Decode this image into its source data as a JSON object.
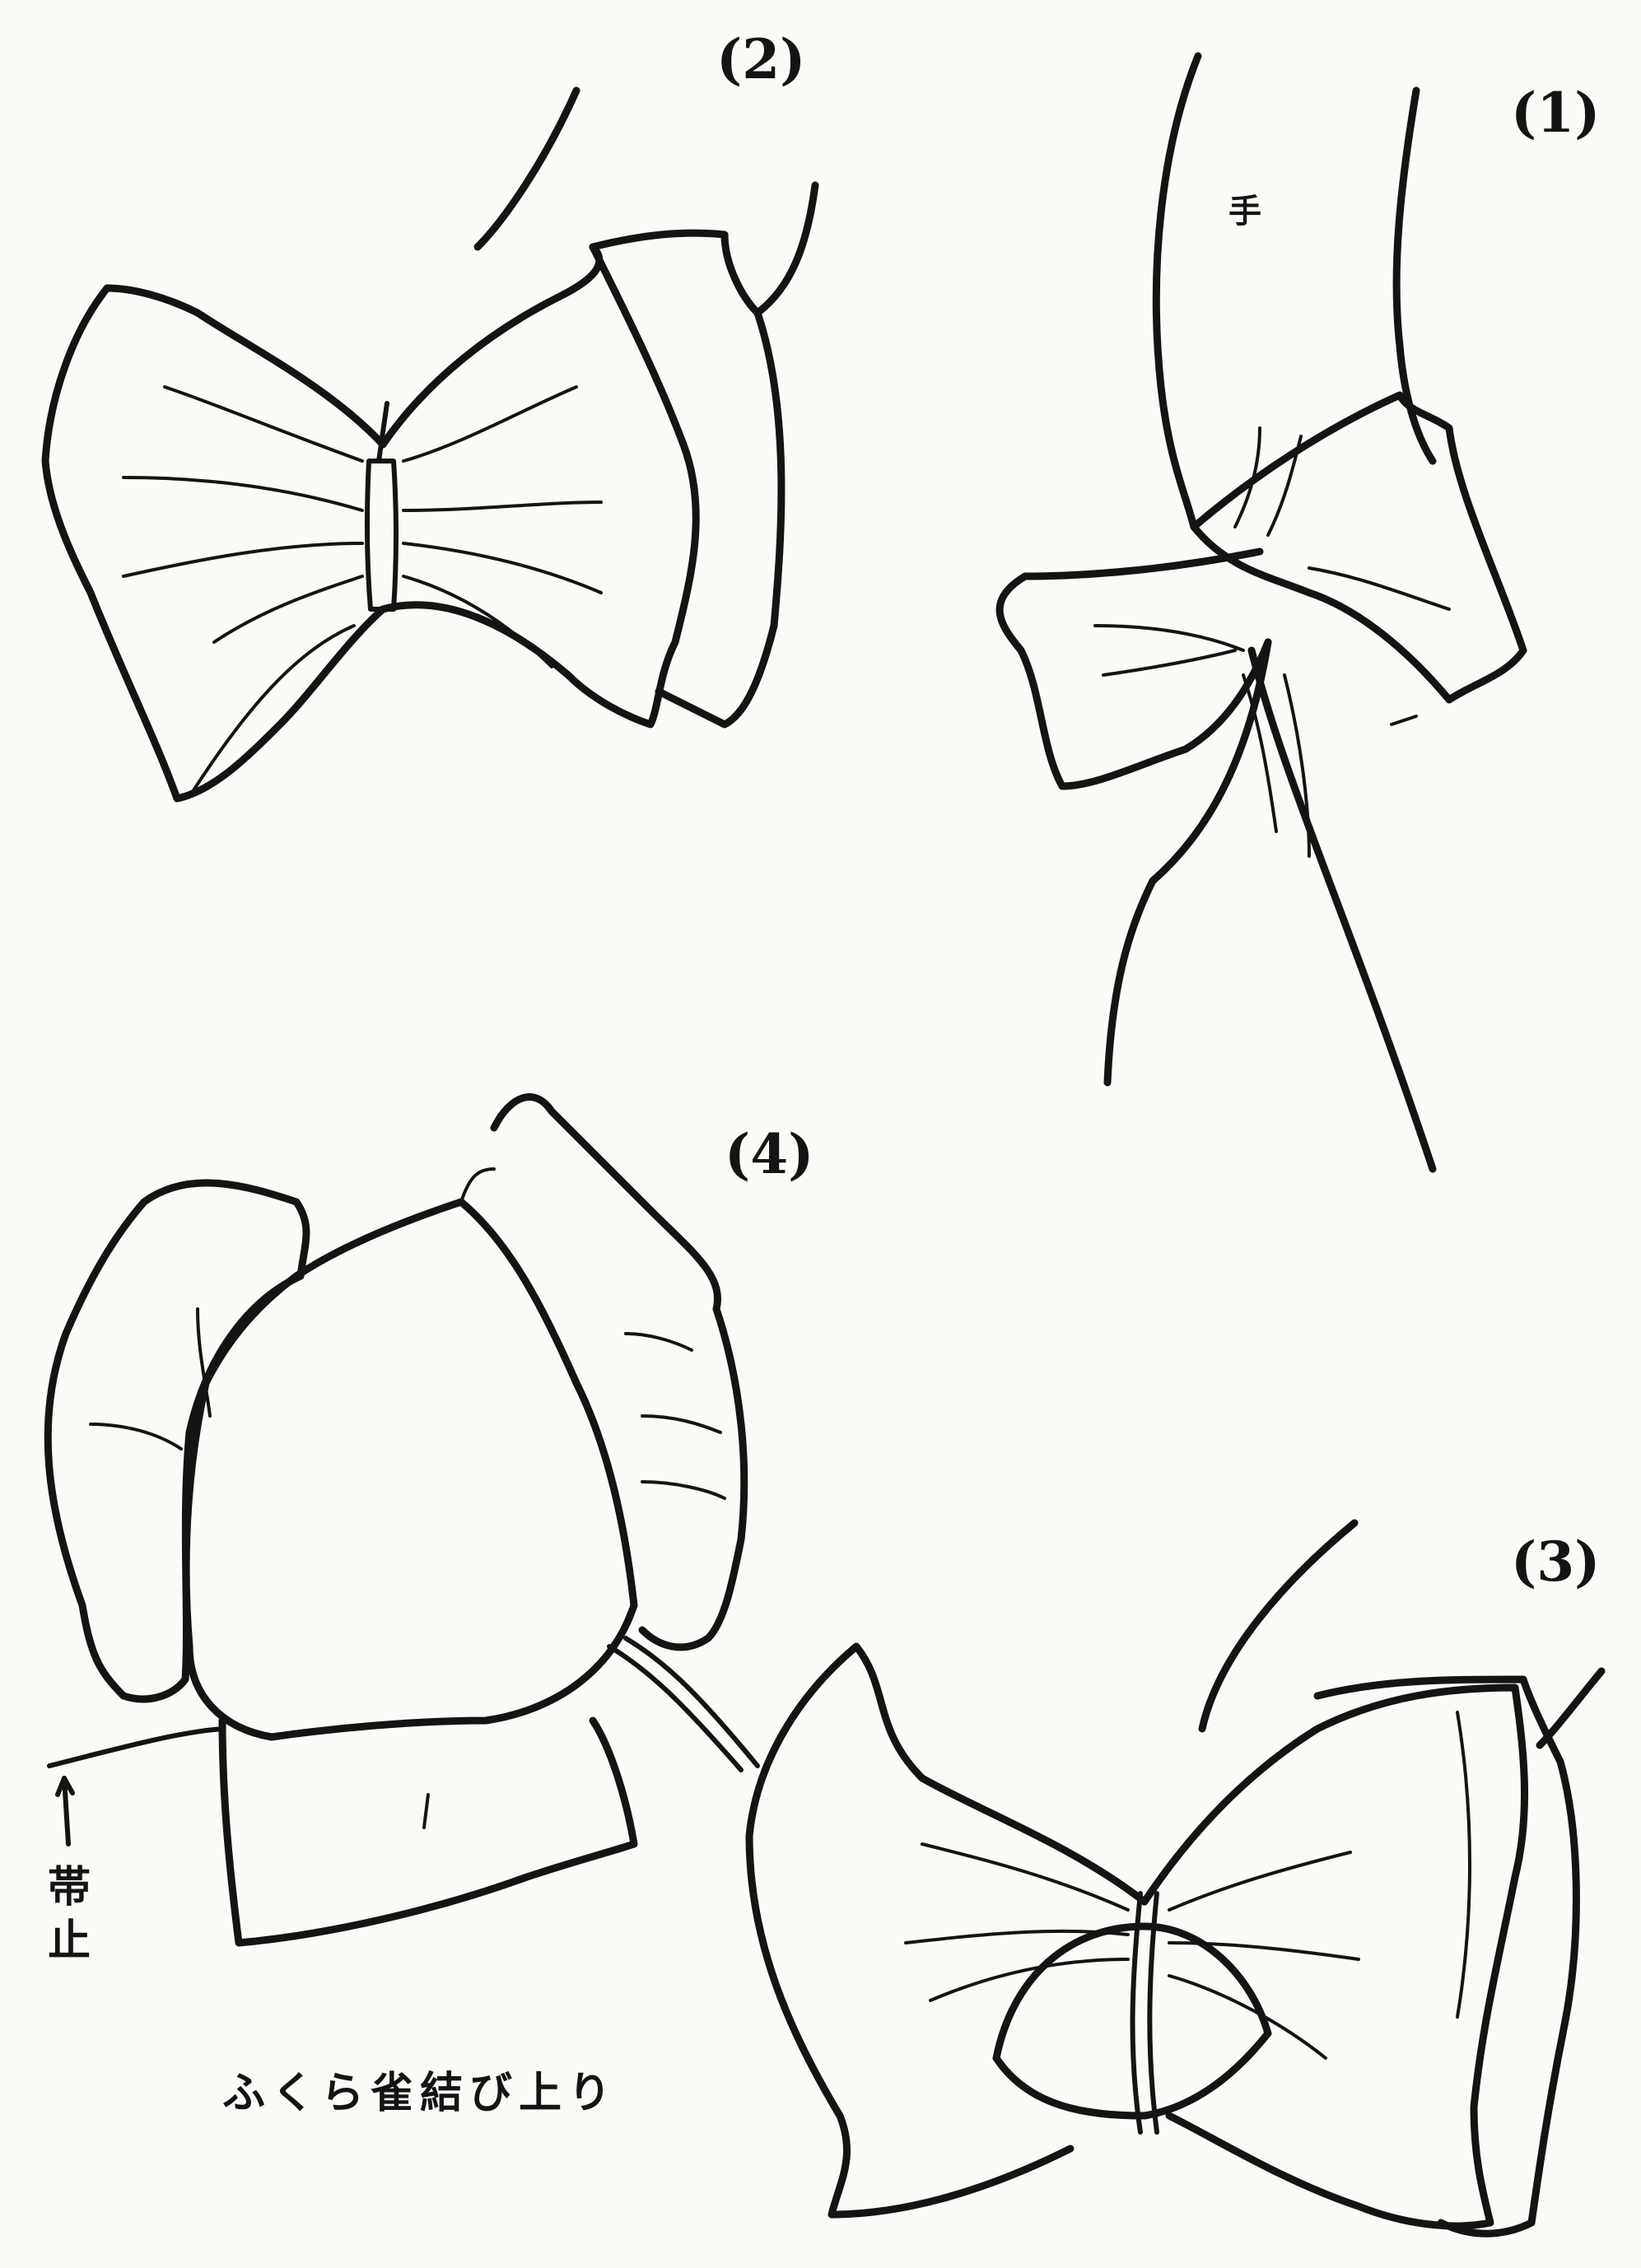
{
  "figure": {
    "panels": [
      {
        "label": "(1)",
        "name": "panel-1"
      },
      {
        "label": "(2)",
        "name": "panel-2"
      },
      {
        "label": "(3)",
        "name": "panel-3"
      },
      {
        "label": "(4)",
        "name": "panel-4"
      }
    ],
    "annotations": {
      "te": "手",
      "obidome_1": "帯",
      "obidome_2": "止",
      "caption": "ふくら雀結び上り"
    },
    "colors": {
      "ink": "#141414",
      "paper": "#fbfaf7"
    }
  }
}
